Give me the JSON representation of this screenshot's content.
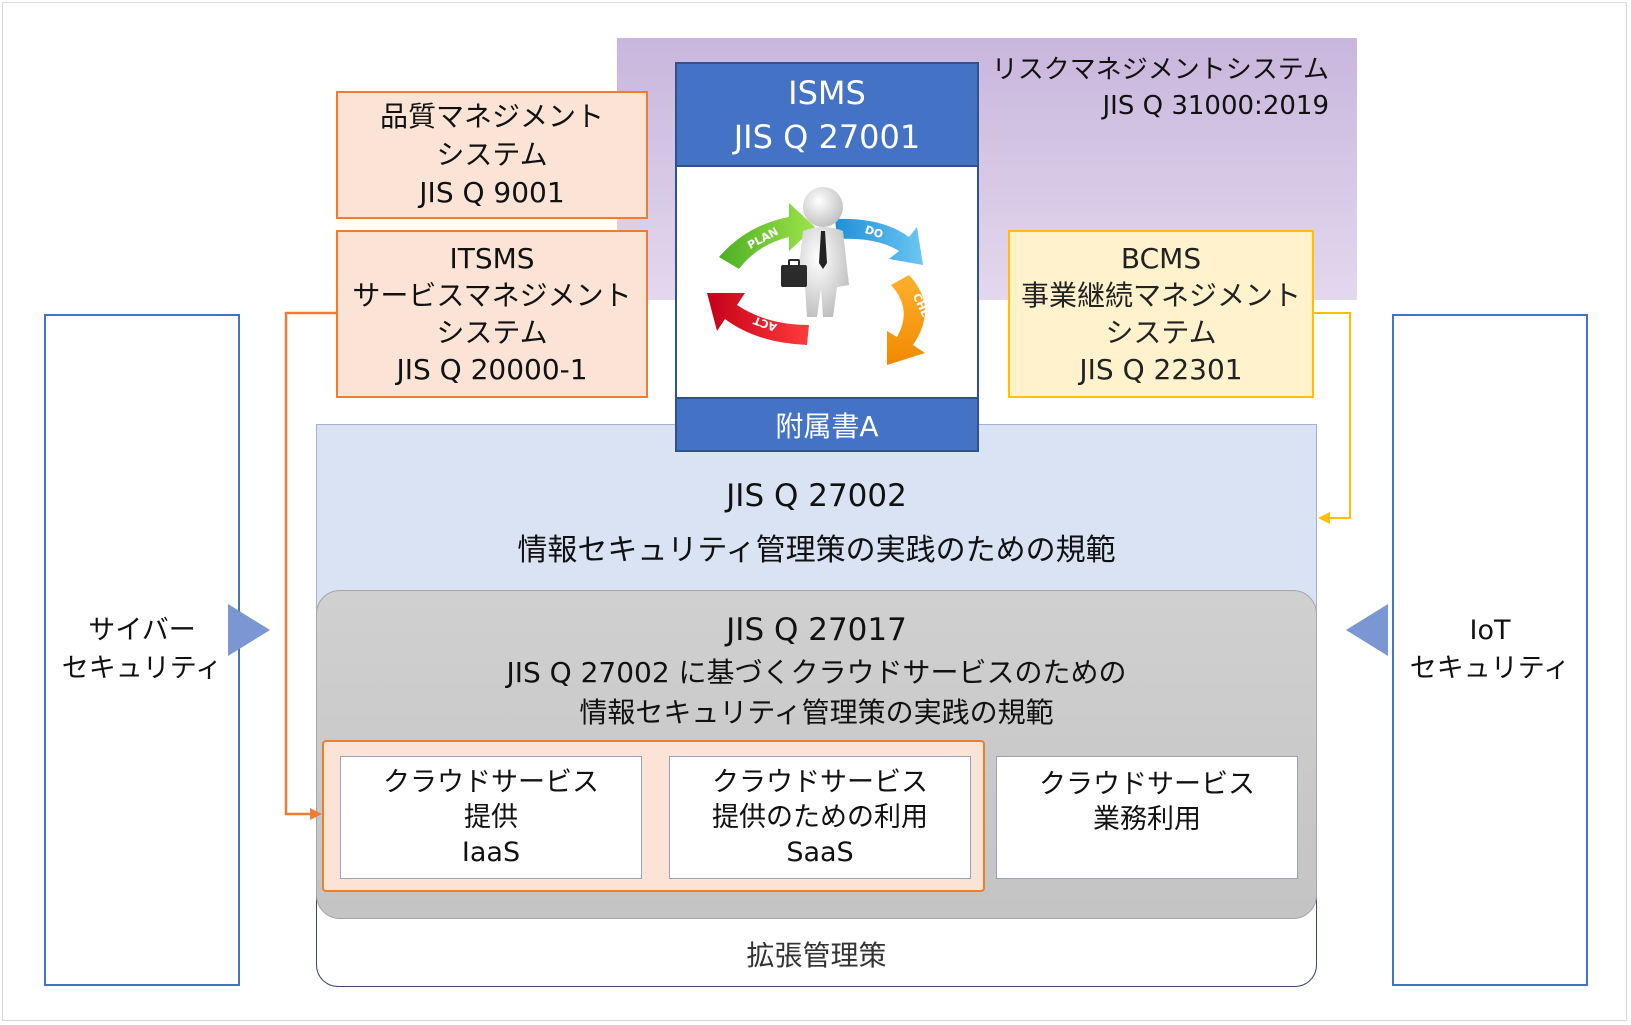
{
  "risk": {
    "line1": "リスクマネジメントシステム",
    "line2": "JIS Q 31000:2019",
    "ellipsis": "："
  },
  "qms": {
    "line1": "品質マネジメント",
    "line2": "システム",
    "line3": "JIS Q 9001"
  },
  "itsms": {
    "line1": "ITSMS",
    "line2": "サービスマネジメント",
    "line3": "システム",
    "line4": "JIS Q 20000-1"
  },
  "bcms": {
    "line1": "BCMS",
    "line2": "事業継続マネジメント",
    "line3": "システム",
    "line4": "JIS Q 22301"
  },
  "isms": {
    "line1": "ISMS",
    "line2": "JIS Q 27001",
    "annex": "附属書A",
    "cycle": {
      "plan": "PLAN",
      "do": "DO",
      "check": "CHECK",
      "act": "ACT"
    }
  },
  "jis27002": {
    "title": "JIS Q 27002",
    "subtitle": "情報セキュリティ管理策の実践のための規範",
    "extended": "拡張管理策"
  },
  "jis27017": {
    "title": "JIS Q 27017",
    "line1": "JIS Q 27002 に基づくクラウドサービスのための",
    "line2": "情報セキュリティ管理策の実践の規範"
  },
  "cloud_boxes": [
    {
      "line1": "クラウドサービス",
      "line2": "提供",
      "line3": "IaaS"
    },
    {
      "line1": "クラウドサービス",
      "line2": "提供のための利用",
      "line3": "SaaS"
    },
    {
      "line1": "クラウドサービス",
      "line2": "業務利用"
    }
  ],
  "cyber": {
    "line1": "サイバー",
    "line2": "セキュリティ"
  },
  "iot": {
    "line1": "IoT",
    "line2": "セキュリティ"
  },
  "colors": {
    "isms_blue": "#4472c4",
    "orange": "#ed7d31",
    "yellow": "#ffc000",
    "purple": "#c8b6dc",
    "light_blue": "#dae3f3",
    "gray": "#c8c8c8"
  }
}
